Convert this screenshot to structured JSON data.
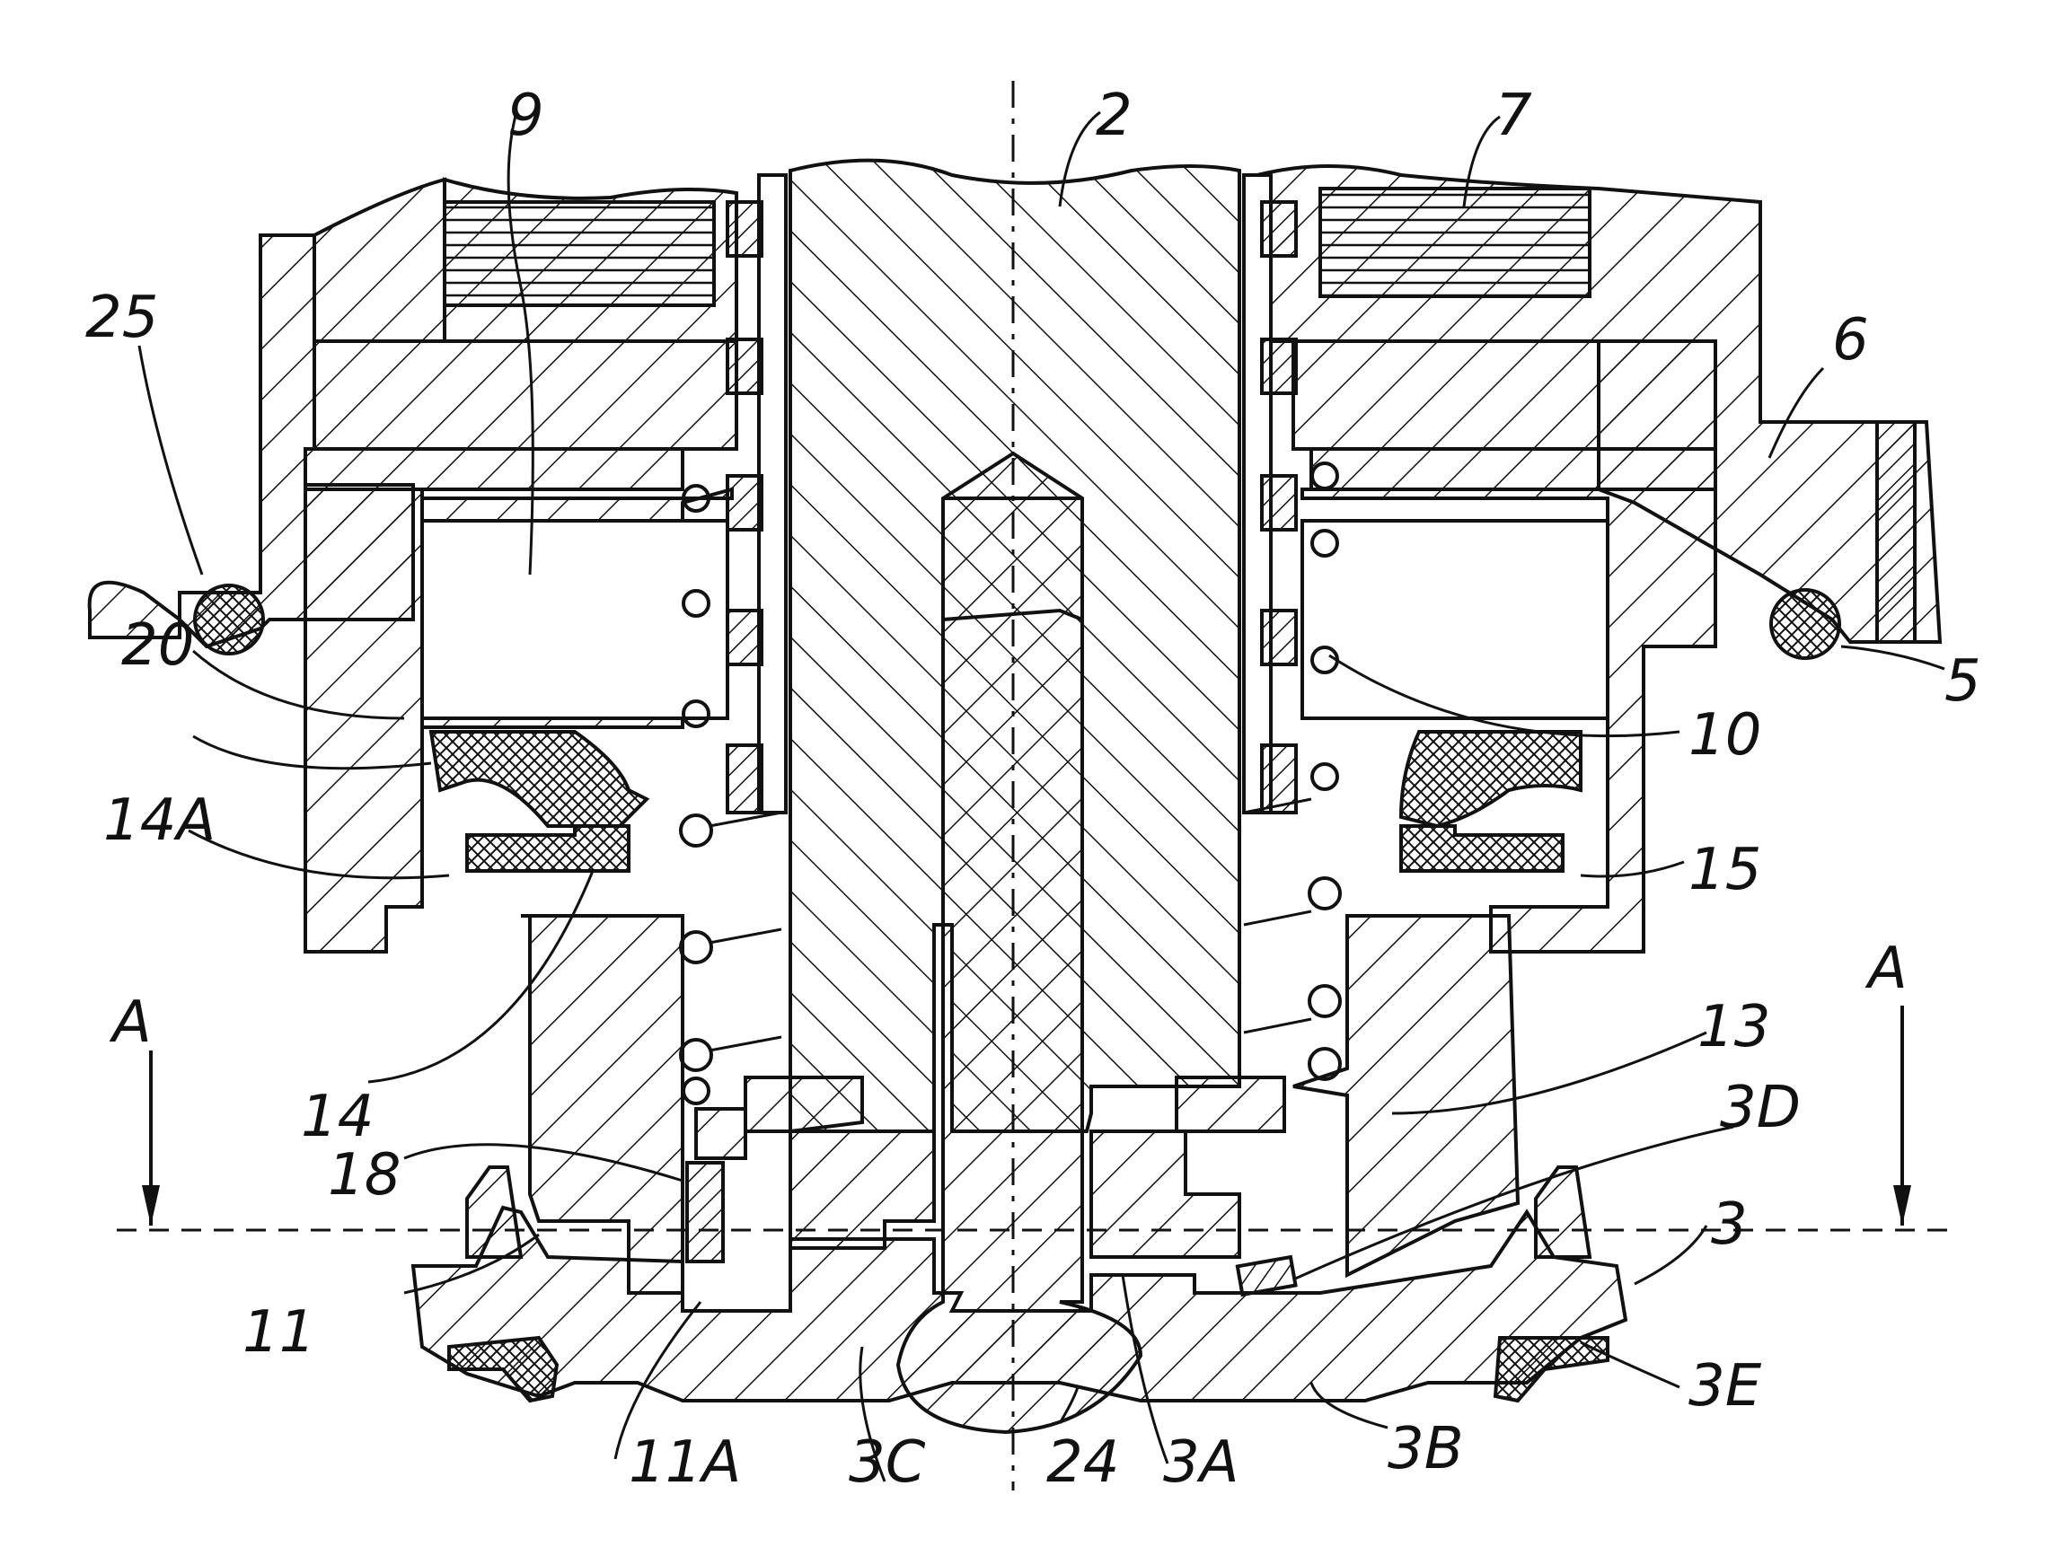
{
  "figure": {
    "type": "technical cross-section drawing",
    "colors": {
      "ink": "#111111",
      "paper": "#ffffff"
    },
    "labels": {
      "l2": "2",
      "l3": "3",
      "l3A": "3A",
      "l3B": "3B",
      "l3C": "3C",
      "l3D": "3D",
      "l3E": "3E",
      "l5": "5",
      "l6": "6",
      "l7": "7",
      "l9": "9",
      "l10": "10",
      "l11": "11",
      "l11A": "11A",
      "l13": "13",
      "l14": "14",
      "l14A": "14A",
      "l15": "15",
      "l18": "18",
      "l20": "20",
      "l24": "24",
      "l25": "25",
      "secA_left": "A",
      "secA_right": "A"
    }
  }
}
